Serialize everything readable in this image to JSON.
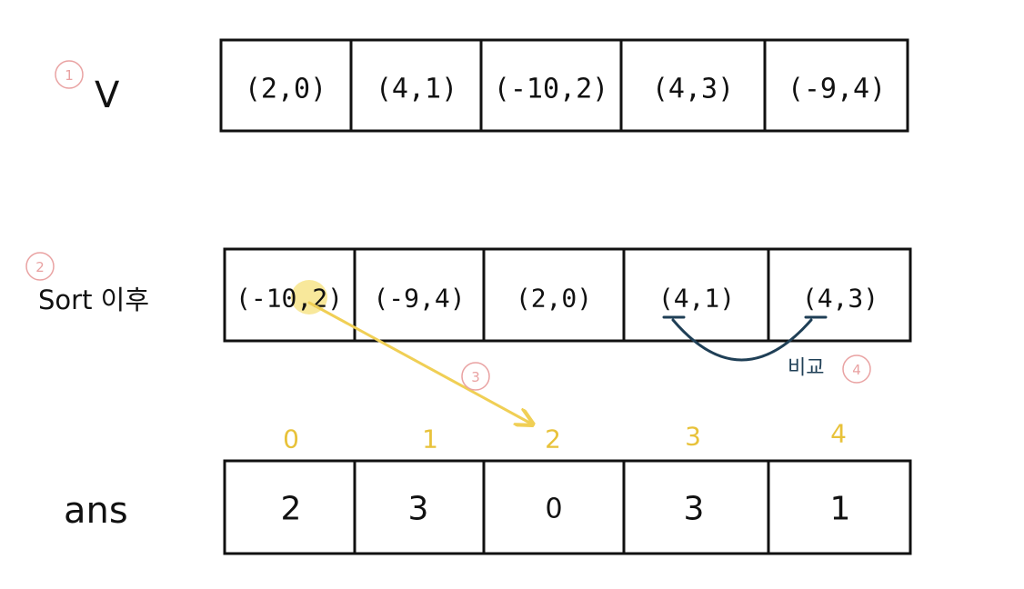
{
  "colors": {
    "ink": "#111111",
    "step_circle": "#e9a2a2",
    "index": "#e8c23a",
    "arrow": "#f0cf55",
    "highlight": "#f7e48a",
    "compare": "#1f3f56"
  },
  "rows": [
    {
      "id": "v",
      "label": "V",
      "step": "1",
      "cells": [
        "(2,0)",
        "(4,1)",
        "(-10,2)",
        "(4,3)",
        "(-9,4)"
      ]
    },
    {
      "id": "sorted",
      "label": "Sort 이후",
      "step": "2",
      "cells": [
        "(-10,2)",
        "(-9,4)",
        "(2,0)",
        "(4,1)",
        "(4,3)"
      ]
    },
    {
      "id": "ans",
      "label": "ans",
      "cells": [
        "2",
        "3",
        "0",
        "3",
        "1"
      ]
    }
  ],
  "indices": [
    "0",
    "1",
    "2",
    "3",
    "4"
  ],
  "arrow_annotation": {
    "step": "3",
    "from_row": "sorted",
    "from_cell": 0,
    "to_index": 2
  },
  "compare_annotation": {
    "label": "비교",
    "step": "4",
    "cells": [
      3,
      4
    ]
  }
}
